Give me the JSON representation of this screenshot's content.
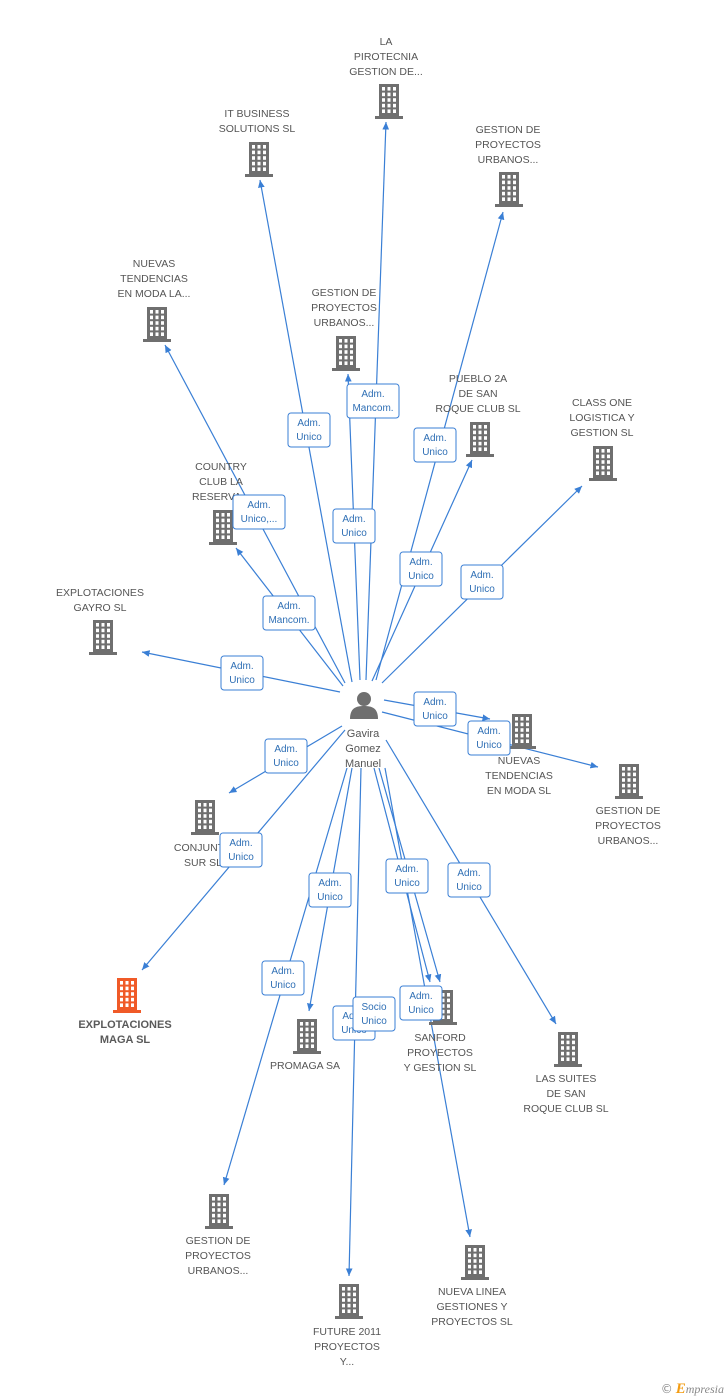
{
  "colors": {
    "edge": "#3a7fd5",
    "edge_label_border": "#3a7fd5",
    "edge_label_text": "#2f6fb5",
    "building": "#6f6f6f",
    "building_focus": "#f05a28",
    "person": "#6f6f6f",
    "label": "#555555"
  },
  "center": {
    "name_lines": [
      "Gavira",
      "Gomez",
      "Manuel"
    ]
  },
  "nodes": [
    {
      "id": "la-pirotecnia",
      "lines": [
        "LA",
        "PIROTECNIA",
        "GESTION DE..."
      ]
    },
    {
      "id": "it-business",
      "lines": [
        "IT BUSINESS",
        "SOLUTIONS SL"
      ]
    },
    {
      "id": "gestion-proyectos-1",
      "lines": [
        "GESTION DE",
        "PROYECTOS",
        "URBANOS..."
      ]
    },
    {
      "id": "nuevas-tendencias-1",
      "lines": [
        "NUEVAS",
        "TENDENCIAS",
        "EN MODA LA..."
      ]
    },
    {
      "id": "gestion-proyectos-2",
      "lines": [
        "GESTION DE",
        "PROYECTOS",
        "URBANOS..."
      ]
    },
    {
      "id": "pueblo-2a",
      "lines": [
        "PUEBLO 2A",
        "DE SAN",
        "ROQUE CLUB SL"
      ]
    },
    {
      "id": "class-one",
      "lines": [
        "CLASS ONE",
        "LOGISTICA Y",
        "GESTION SL"
      ]
    },
    {
      "id": "country-club",
      "lines": [
        "COUNTRY",
        "CLUB LA",
        "RESERVA..."
      ]
    },
    {
      "id": "explotaciones-gayro",
      "lines": [
        "EXPLOTACIONES",
        "GAYRO SL"
      ]
    },
    {
      "id": "nuevas-tendencias-2",
      "lines": [
        "NUEVAS",
        "TENDENCIAS",
        "EN MODA SL"
      ]
    },
    {
      "id": "gestion-proyectos-3",
      "lines": [
        "GESTION DE",
        "PROYECTOS",
        "URBANOS..."
      ]
    },
    {
      "id": "conjunto-sur",
      "lines": [
        "CONJUNTO",
        "SUR SL"
      ]
    },
    {
      "id": "explotaciones-maga",
      "lines": [
        "EXPLOTACIONES",
        "MAGA SL"
      ],
      "focus": true
    },
    {
      "id": "promaga",
      "lines": [
        "PROMAGA SA"
      ]
    },
    {
      "id": "sanford",
      "lines": [
        "SANFORD",
        "PROYECTOS",
        "Y GESTION SL"
      ]
    },
    {
      "id": "las-suites",
      "lines": [
        "LAS SUITES",
        "DE SAN",
        "ROQUE CLUB SL"
      ]
    },
    {
      "id": "gestion-proyectos-4",
      "lines": [
        "GESTION DE",
        "PROYECTOS",
        "URBANOS..."
      ]
    },
    {
      "id": "nueva-linea",
      "lines": [
        "NUEVA LINEA",
        "GESTIONES Y",
        "PROYECTOS SL"
      ]
    },
    {
      "id": "future-2011",
      "lines": [
        "FUTURE 2011",
        "PROYECTOS",
        "Y..."
      ]
    }
  ],
  "edge_labels": [
    {
      "id": "e-la-pirotecnia",
      "lines": [
        "Adm.",
        "Mancom."
      ]
    },
    {
      "id": "e-it-business",
      "lines": [
        "Adm.",
        "Unico"
      ]
    },
    {
      "id": "e-gestion-proyectos-1",
      "lines": [
        "Adm.",
        "Unico"
      ]
    },
    {
      "id": "e-nuevas-tendencias-1",
      "lines": [
        "Adm.",
        "Unico,..."
      ]
    },
    {
      "id": "e-gestion-proyectos-2",
      "lines": [
        "Adm.",
        "Unico"
      ]
    },
    {
      "id": "e-pueblo-2a",
      "lines": [
        "Adm.",
        "Unico"
      ]
    },
    {
      "id": "e-class-one",
      "lines": [
        "Adm.",
        "Unico"
      ]
    },
    {
      "id": "e-country-club",
      "lines": [
        "Adm.",
        "Mancom."
      ]
    },
    {
      "id": "e-explotaciones-gayro",
      "lines": [
        "Adm.",
        "Unico"
      ]
    },
    {
      "id": "e-nuevas-tendencias-2",
      "lines": [
        "Adm.",
        "Unico"
      ]
    },
    {
      "id": "e-gestion-proyectos-3",
      "lines": [
        "Adm.",
        "Unico"
      ]
    },
    {
      "id": "e-conjunto-sur",
      "lines": [
        "Adm.",
        "Unico"
      ]
    },
    {
      "id": "e-explotaciones-maga",
      "lines": [
        "Adm.",
        "Unico"
      ]
    },
    {
      "id": "e-promaga",
      "lines": [
        "Adm.",
        "Unico"
      ]
    },
    {
      "id": "e-gestion-proyectos-4",
      "lines": [
        "Adm.",
        "Unico"
      ]
    },
    {
      "id": "e-future-2011",
      "lines": [
        "Adm.",
        "Unico"
      ]
    },
    {
      "id": "e-sanford-socio",
      "lines": [
        "Socio",
        "Unico"
      ]
    },
    {
      "id": "e-sanford-adm",
      "lines": [
        "Adm.",
        "Unico"
      ]
    },
    {
      "id": "e-nueva-linea",
      "lines": [
        "Adm.",
        "Unico"
      ]
    },
    {
      "id": "e-las-suites",
      "lines": [
        "Adm.",
        "Unico"
      ]
    }
  ],
  "footer": {
    "copyright_symbol": "©",
    "brand_first": "E",
    "brand_rest": "mpresia"
  }
}
